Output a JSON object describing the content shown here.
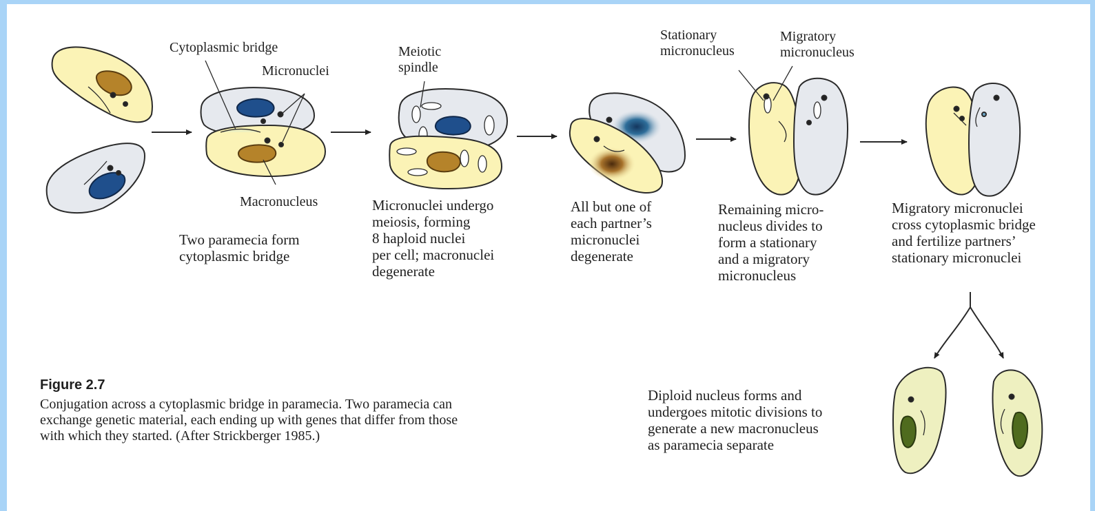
{
  "labels": {
    "cytoplasmic_bridge": "Cytoplasmic bridge",
    "micronuclei": "Micronuclei",
    "macronucleus": "Macronucleus",
    "meiotic_spindle": "Meiotic\nspindle",
    "stationary_micronucleus": "Stationary\nmicronucleus",
    "migratory_micronucleus": "Migratory\nmicronucleus"
  },
  "captions": {
    "step1": "Two paramecia form\ncytoplasmic bridge",
    "step2": "Micronuclei undergo\nmeiosis, forming\n8 haploid nuclei\nper cell; macronuclei\ndegenerate",
    "step3": "All but one of\neach partner’s\nmicronuclei\ndegenerate",
    "step4": "Remaining micro-\nnucleus divides to\nform a stationary\nand a migratory\nmicronucleus",
    "step5": "Migratory micronuclei\ncross cytoplasmic bridge\nand fertilize partners’\nstationary micronuclei",
    "step6": "Diploid nucleus forms and\nundergoes mitotic divisions to\ngenerate a new macronucleus\nas paramecia separate"
  },
  "figure": {
    "title": "Figure 2.7",
    "body": "Conjugation across a cytoplasmic bridge in paramecia. Two paramecia can\nexchange genetic material, each ending up with genes that differ from those\nwith which they started. (After Strickberger 1985.)"
  },
  "colors": {
    "page_border": "#a9d4f7",
    "cell_yellow": "#fbf3b6",
    "cell_grey": "#e6e9ee",
    "macronucleus_brown": "#b5832a",
    "macronucleus_blue": "#1f4f8c",
    "new_macronucleus_green": "#4f6b1e"
  }
}
